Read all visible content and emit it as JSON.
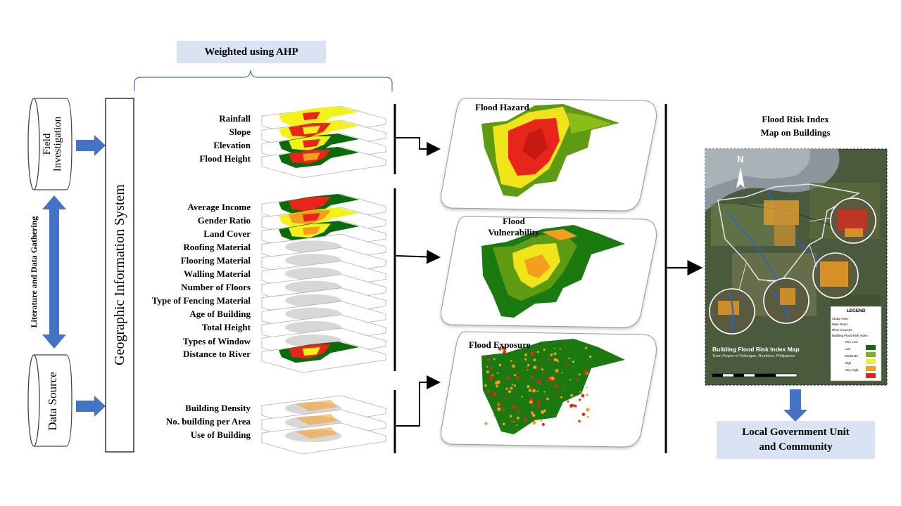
{
  "weighted_label": "Weighted using AHP",
  "field_investigation": {
    "line1": "Field",
    "line2": "Investigation"
  },
  "data_source": "Data Source",
  "literature_label": "Literature and Data Gathering",
  "gis_label": "Geographic Information System",
  "hazard_layers": [
    "Rainfall",
    "Slope",
    "Elevation",
    "Flood Height"
  ],
  "vulnerability_layers": [
    "Average Income",
    "Gender Ratio",
    "Land Cover",
    "Roofing Material",
    "Flooring Material",
    "Walling Material",
    "Number of Floors",
    "Type of Fencing Material",
    "Age of Building",
    "Total Height",
    "Types of Window",
    "Distance to River"
  ],
  "exposure_layers": [
    "Building Density",
    "No. building per Area",
    "Use of Building"
  ],
  "maps": {
    "hazard": "Flood Hazard",
    "vulnerability": {
      "line1": "Flood",
      "line2": "Vulnerability"
    },
    "exposure": "Flood Exposure"
  },
  "risk_title": {
    "line1": "Flood Risk Index",
    "line2": "Map on Buildings"
  },
  "risk_map": {
    "north": "N",
    "title": "Building Flood Risk Index Map",
    "subtitle": "Town Proper of Odiongan, Romblon, Philippines",
    "legend": {
      "heading": "LEGEND",
      "lines": [
        "Study Area",
        "Main Road",
        "River Courses",
        "Building Flood Risk Index"
      ],
      "classes": [
        {
          "label": "Very Low",
          "color": "#0b6b0b"
        },
        {
          "label": "Low",
          "color": "#7cb51a"
        },
        {
          "label": "Moderate",
          "color": "#f2f21a"
        },
        {
          "label": "High",
          "color": "#f59d1f"
        },
        {
          "label": "Very High",
          "color": "#e8251a"
        }
      ]
    }
  },
  "final_box": {
    "line1": "Local Government Unit",
    "line2": "and Community"
  },
  "colors": {
    "box_fill": "#dae3f3",
    "arrow_blue": "#4472c4",
    "brace": "#4472c4",
    "very_low": "#0b6b0b",
    "low": "#7cb51a",
    "moderate": "#f2f21a",
    "high": "#f59d1f",
    "very_high": "#e8251a"
  }
}
